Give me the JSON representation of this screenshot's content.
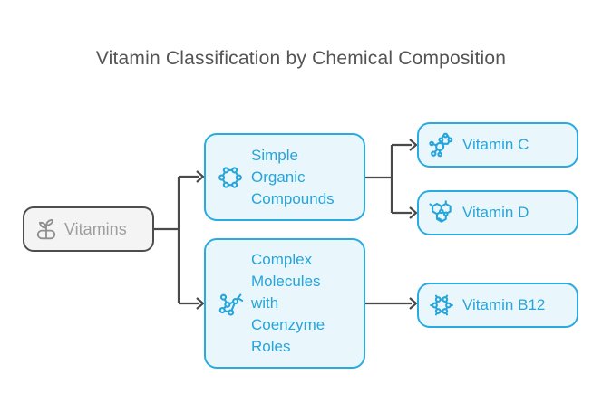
{
  "title": "Vitamin Classification by Chemical Composition",
  "nodes": {
    "root": {
      "label": "Vitamins",
      "icon": "pill-sprout-icon"
    },
    "simple": {
      "label": "Simple Organic Compounds",
      "icon": "hexagon-molecule-icon"
    },
    "complex": {
      "label": "Complex Molecules with Coenzyme Roles",
      "icon": "molecule-network-icon"
    },
    "vitamin_c": {
      "label": "Vitamin C",
      "icon": "ascorbic-molecule-icon"
    },
    "vitamin_d": {
      "label": "Vitamin D",
      "icon": "fused-rings-molecule-icon"
    },
    "vitamin_b12": {
      "label": "Vitamin B12",
      "icon": "corrin-ring-molecule-icon"
    }
  },
  "edges": [
    {
      "from": "Vitamins",
      "to": "Simple Organic Compounds"
    },
    {
      "from": "Vitamins",
      "to": "Complex Molecules with Coenzyme Roles"
    },
    {
      "from": "Simple Organic Compounds",
      "to": "Vitamin C"
    },
    {
      "from": "Simple Organic Compounds",
      "to": "Vitamin D"
    },
    {
      "from": "Complex Molecules with Coenzyme Roles",
      "to": "Vitamin B12"
    }
  ],
  "colors": {
    "accent": "#29abe2",
    "node_fill": "#e9f7fd",
    "node_text": "#27a4d9",
    "root_border": "#4d4d4d",
    "root_fill": "#f4f4f4",
    "root_text": "#9e9e9e",
    "root_icon": "#8f8f8f",
    "arrow": "#4a4a4a",
    "title_text": "#545454",
    "bg": "#ffffff"
  }
}
